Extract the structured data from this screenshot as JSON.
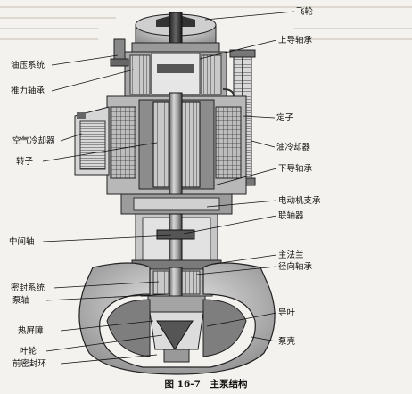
{
  "labels": {
    "left": [
      "油压系统",
      "推力轴承",
      "空气冷却器",
      "转子",
      "中间轴",
      "密封系统",
      "泵轴",
      "热屏障",
      "叶轮",
      "前密封环"
    ],
    "right": [
      "飞轮",
      "上导轴承",
      "定子",
      "油冷却器",
      "下导轴承",
      "电动机支承",
      "联轴器",
      "主法兰",
      "径向轴承",
      "导叶",
      "泵壳"
    ]
  },
  "caption": "图 16-7　主泵结构"
}
